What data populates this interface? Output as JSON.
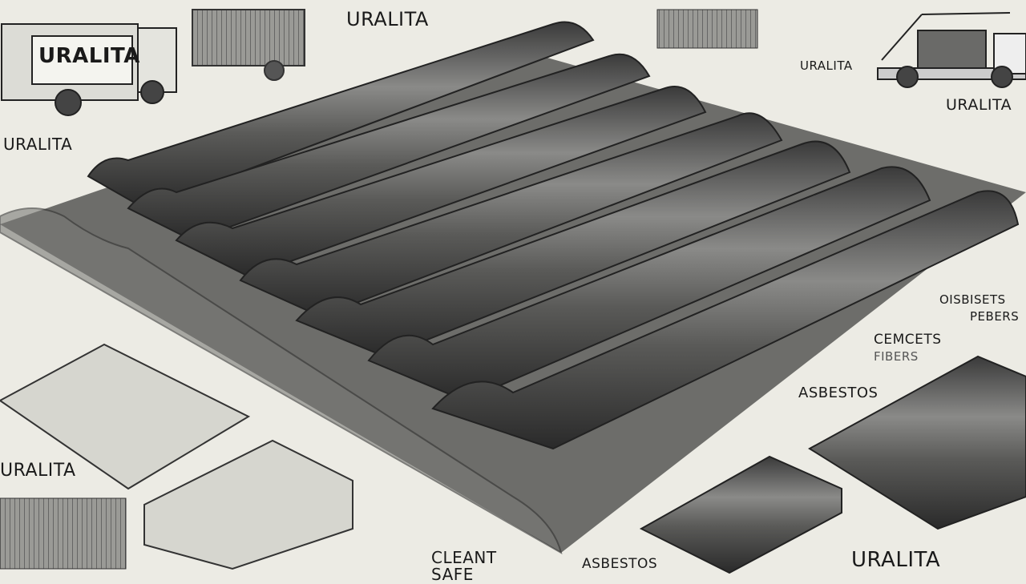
{
  "image": {
    "description": "Pencil-style technical illustration of corrugated fiber-cement roofing sheets with trucks, frames and annotation labels",
    "background": "#ecebe4",
    "ink": "#1a1a1a"
  },
  "labels": {
    "truck_left": "URALITA",
    "top_center": "URALITA",
    "left_mid": "URALITA",
    "top_right_under_bars": "URALITA",
    "right_truck_caption": "URALITA",
    "right_top_fibers_1": "OISBISETS",
    "right_top_fibers_2": "PEBERS",
    "right_mid_1": "CEMCETS",
    "right_mid_2": "FIBERS",
    "asbestos_right": "ASBESTOS",
    "left_bottom": "URALITA",
    "bottom_center_1": "CLEANT",
    "bottom_center_2": "SAFE",
    "asbestos_bottom": "ASBESTOS",
    "bottom_right": "URALITA"
  }
}
